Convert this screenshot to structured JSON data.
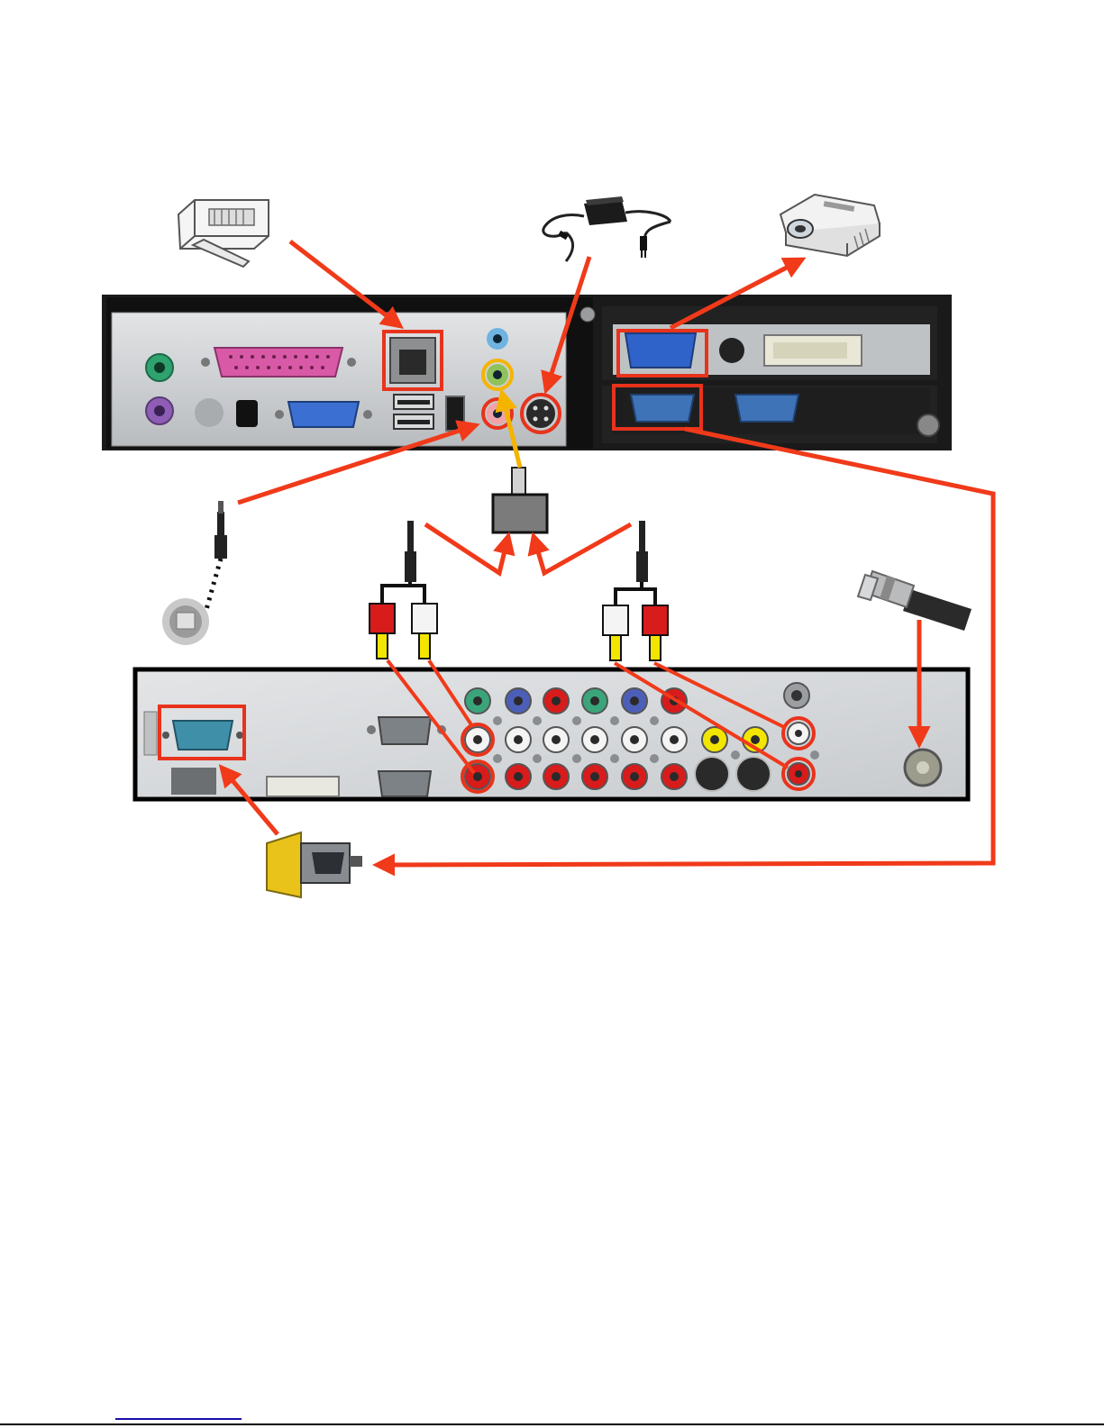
{
  "diagram": {
    "peripherals": [
      {
        "id": "rj45-network-plug",
        "icon": "rj45-plug-icon"
      },
      {
        "id": "power-adapter",
        "icon": "power-adapter-icon"
      },
      {
        "id": "projector",
        "icon": "projector-icon"
      },
      {
        "id": "mini-jack-cable",
        "icon": "audio-jack-icon"
      },
      {
        "id": "bnc-cable",
        "icon": "bnc-connector-icon"
      },
      {
        "id": "db9-gender-changer",
        "icon": "serial-adapter-icon"
      }
    ],
    "colors": {
      "highlight": "#e8331c",
      "arrow": "#f03a1a",
      "video_link": "#f5b400",
      "pc_panel": "#1a1a1a",
      "io_shield": "#c9cbcc",
      "av_panel": "#d6d8da",
      "serial_port": "#3f73b8",
      "vga_port": "#2f63c9",
      "rca_red": "#d81b1b",
      "rca_white": "#f4f4f4",
      "rca_tip": "#f2e600"
    }
  }
}
